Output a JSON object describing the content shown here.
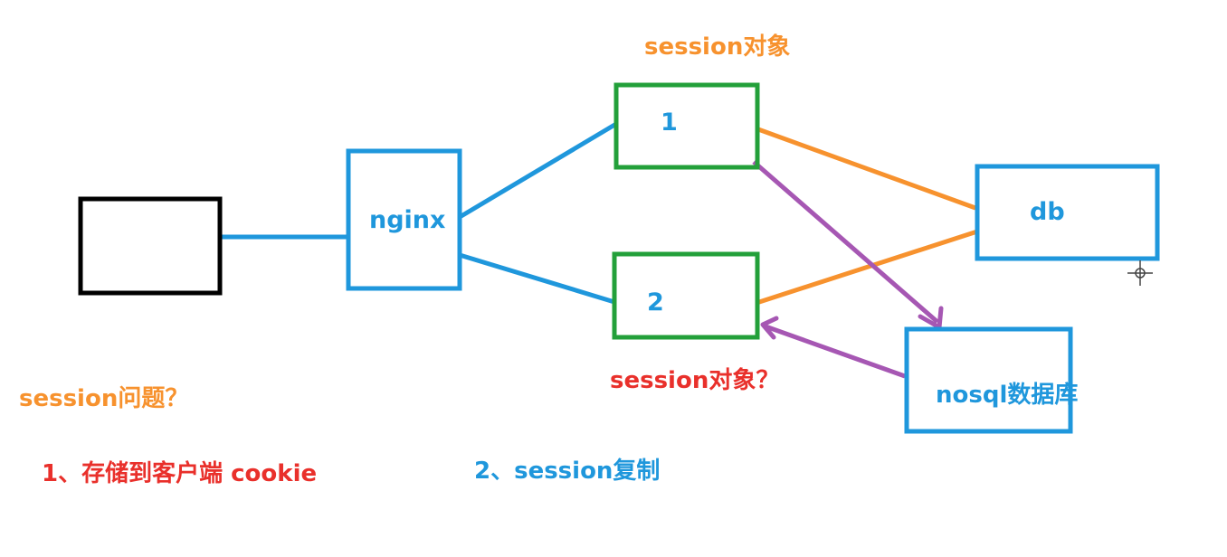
{
  "diagram": {
    "nodes": {
      "client": {
        "label": ""
      },
      "nginx": {
        "label": "nginx"
      },
      "server1": {
        "label": "1"
      },
      "server2": {
        "label": "2"
      },
      "db": {
        "label": "db"
      },
      "nosql": {
        "label": "nosql数据库"
      }
    },
    "annotations": {
      "session_obj_top": "session对象",
      "session_obj_question": "session对象？",
      "session_problem": "session问题？",
      "solution_1": "1、存储到客户端 cookie",
      "solution_2": "2、session复制"
    }
  },
  "colors": {
    "client_border": "#000000",
    "blue": "#1f97dc",
    "green": "#23a03a",
    "orange": "#f7922e",
    "purple": "#a657b3",
    "red": "#e9302b"
  }
}
